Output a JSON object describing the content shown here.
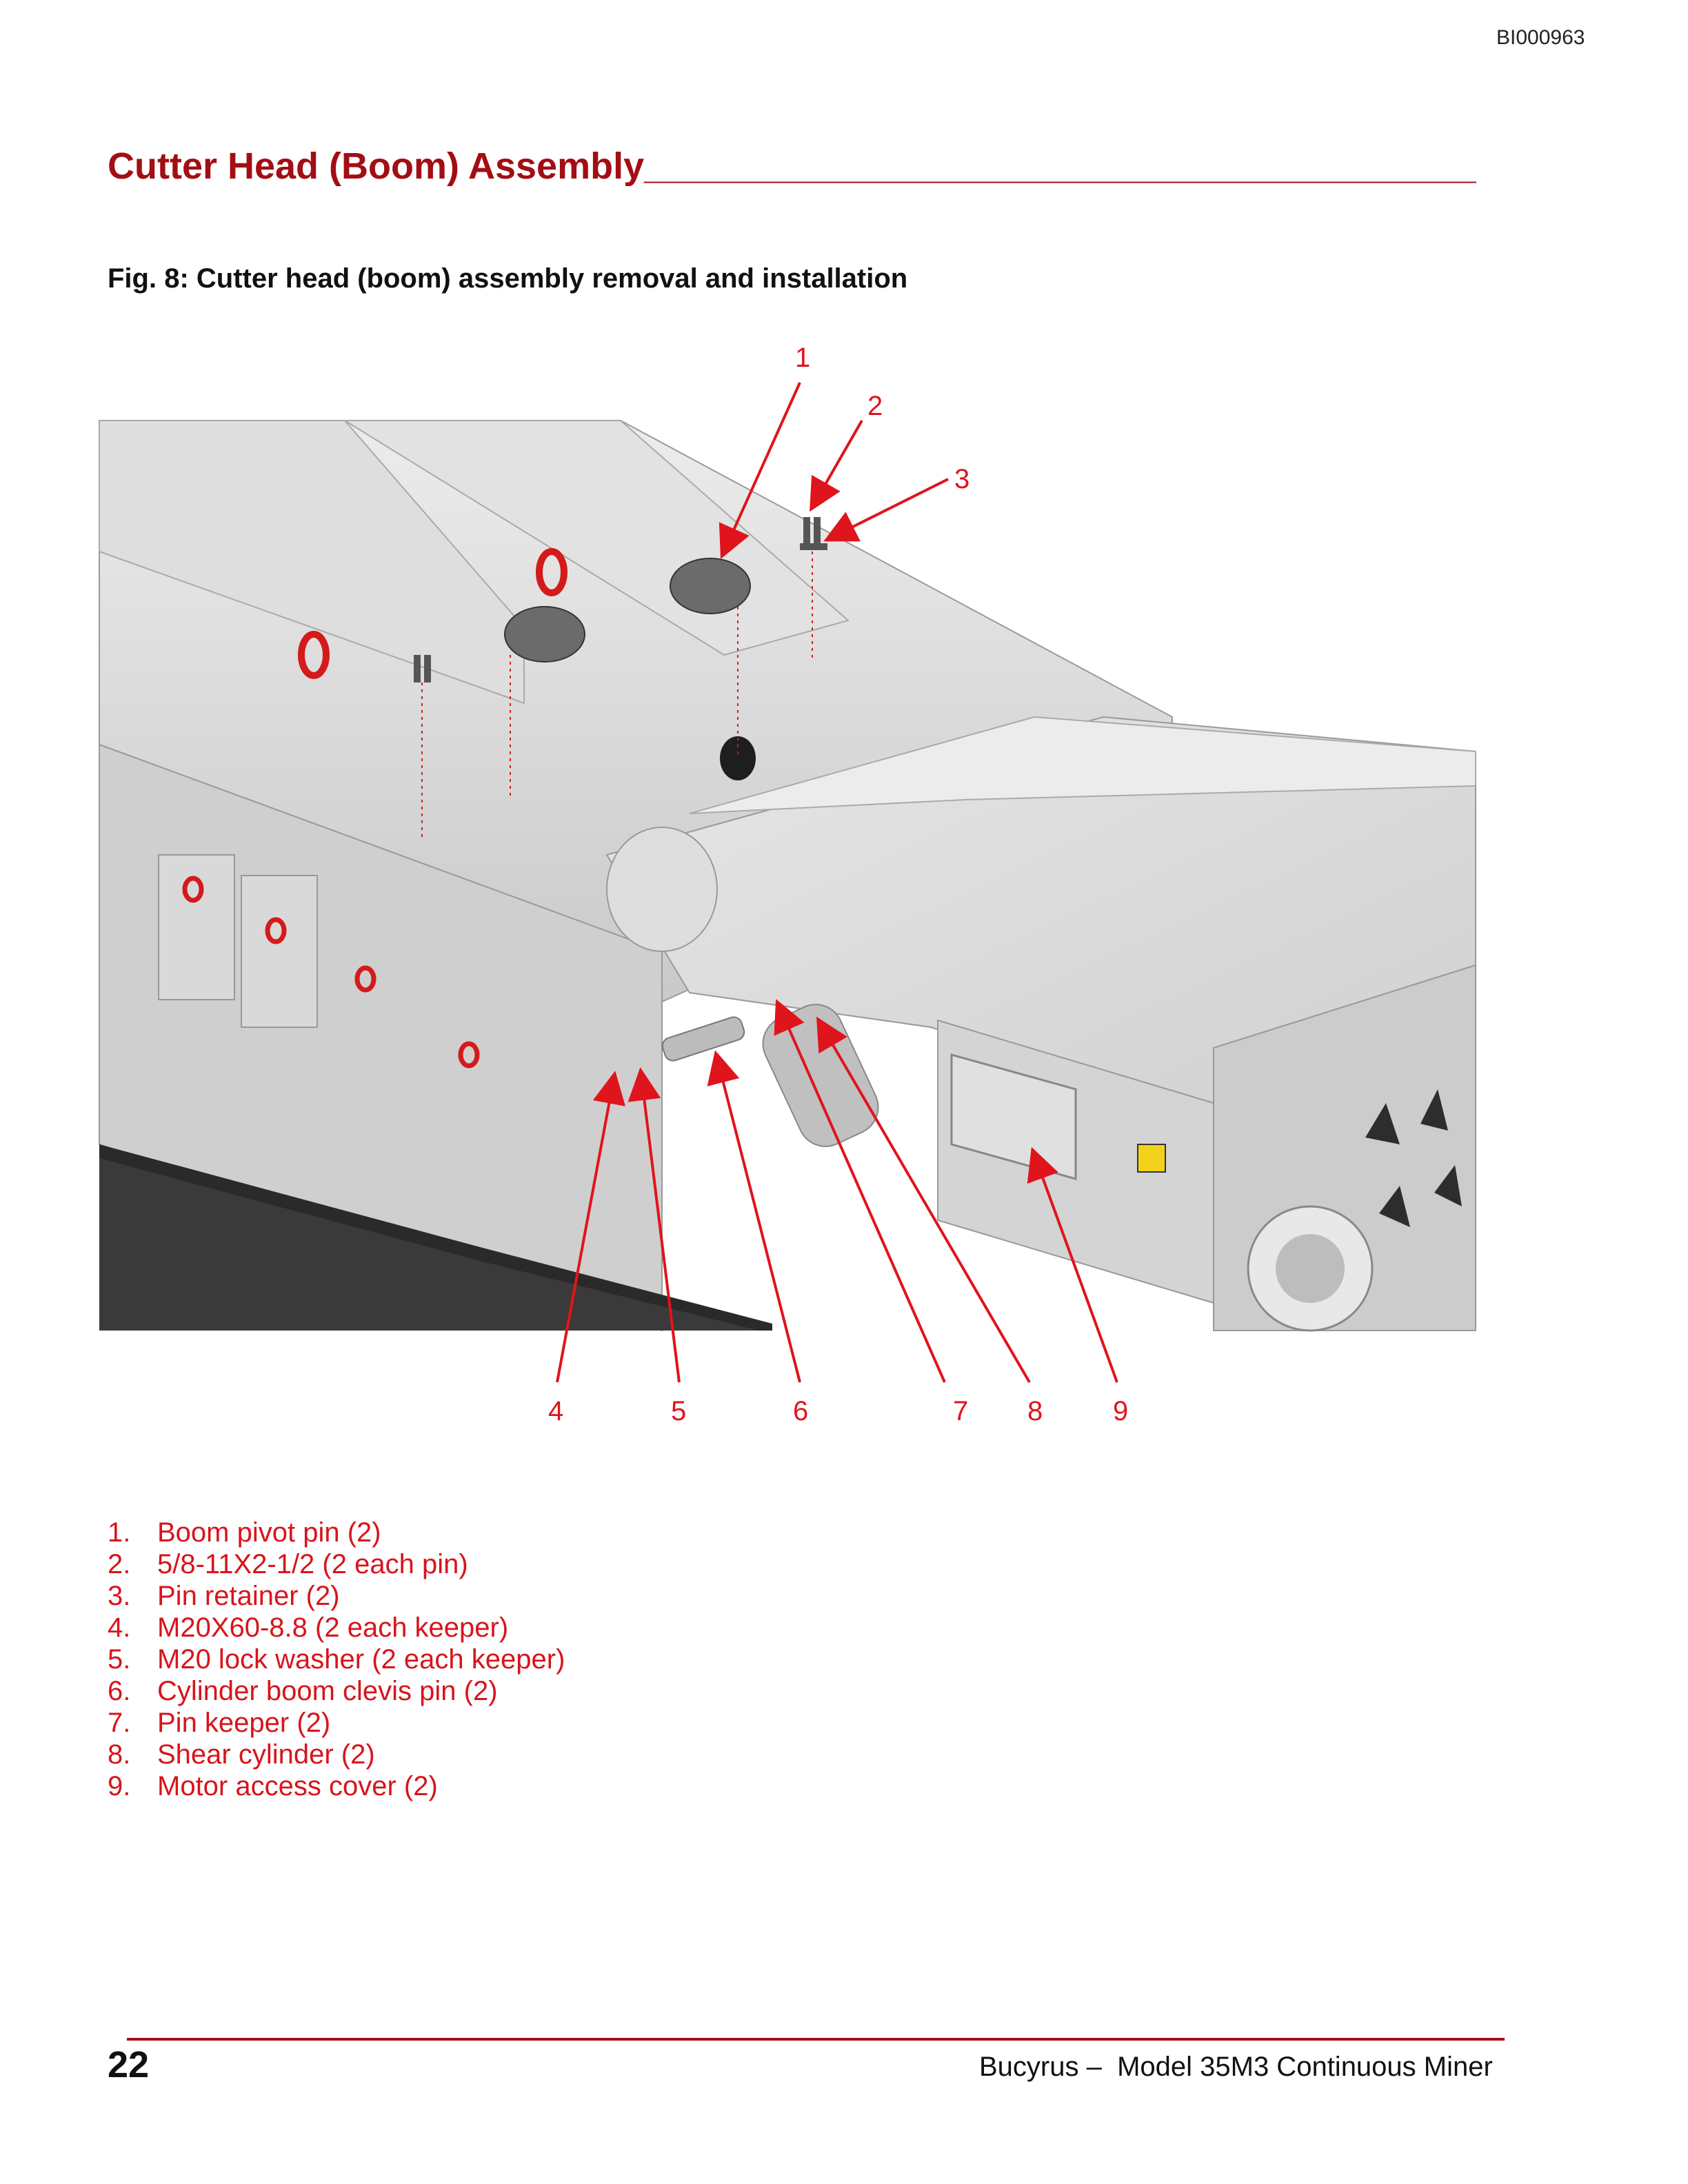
{
  "header": {
    "doc_id": "BI000963",
    "section_title": "Cutter Head (Boom) Assembly",
    "title_rule": "____________________________________________"
  },
  "figure": {
    "caption": "Fig. 8: Cutter head (boom) assembly removal and installation",
    "callouts": [
      "1",
      "2",
      "3",
      "4",
      "5",
      "6",
      "7",
      "8",
      "9"
    ]
  },
  "legend": [
    {
      "num": "1.",
      "text": "Boom pivot pin (2)"
    },
    {
      "num": "2.",
      "text": "5/8-11X2-1/2 (2 each pin)"
    },
    {
      "num": "3.",
      "text": "Pin retainer (2)"
    },
    {
      "num": "4.",
      "text": "M20X60-8.8 (2 each keeper)"
    },
    {
      "num": "5.",
      "text": "M20 lock washer (2 each keeper)"
    },
    {
      "num": "6.",
      "text": "Cylinder boom clevis pin (2)"
    },
    {
      "num": "7.",
      "text": "Pin keeper (2)"
    },
    {
      "num": "8.",
      "text": "Shear cylinder (2)"
    },
    {
      "num": "9.",
      "text": "Motor access cover (2)"
    }
  ],
  "footer": {
    "page_number": "22",
    "text": "Bucyrus –  Model 35M3 Continuous Miner"
  },
  "colors": {
    "accent": "#a30d14",
    "callout": "#e0141c"
  }
}
